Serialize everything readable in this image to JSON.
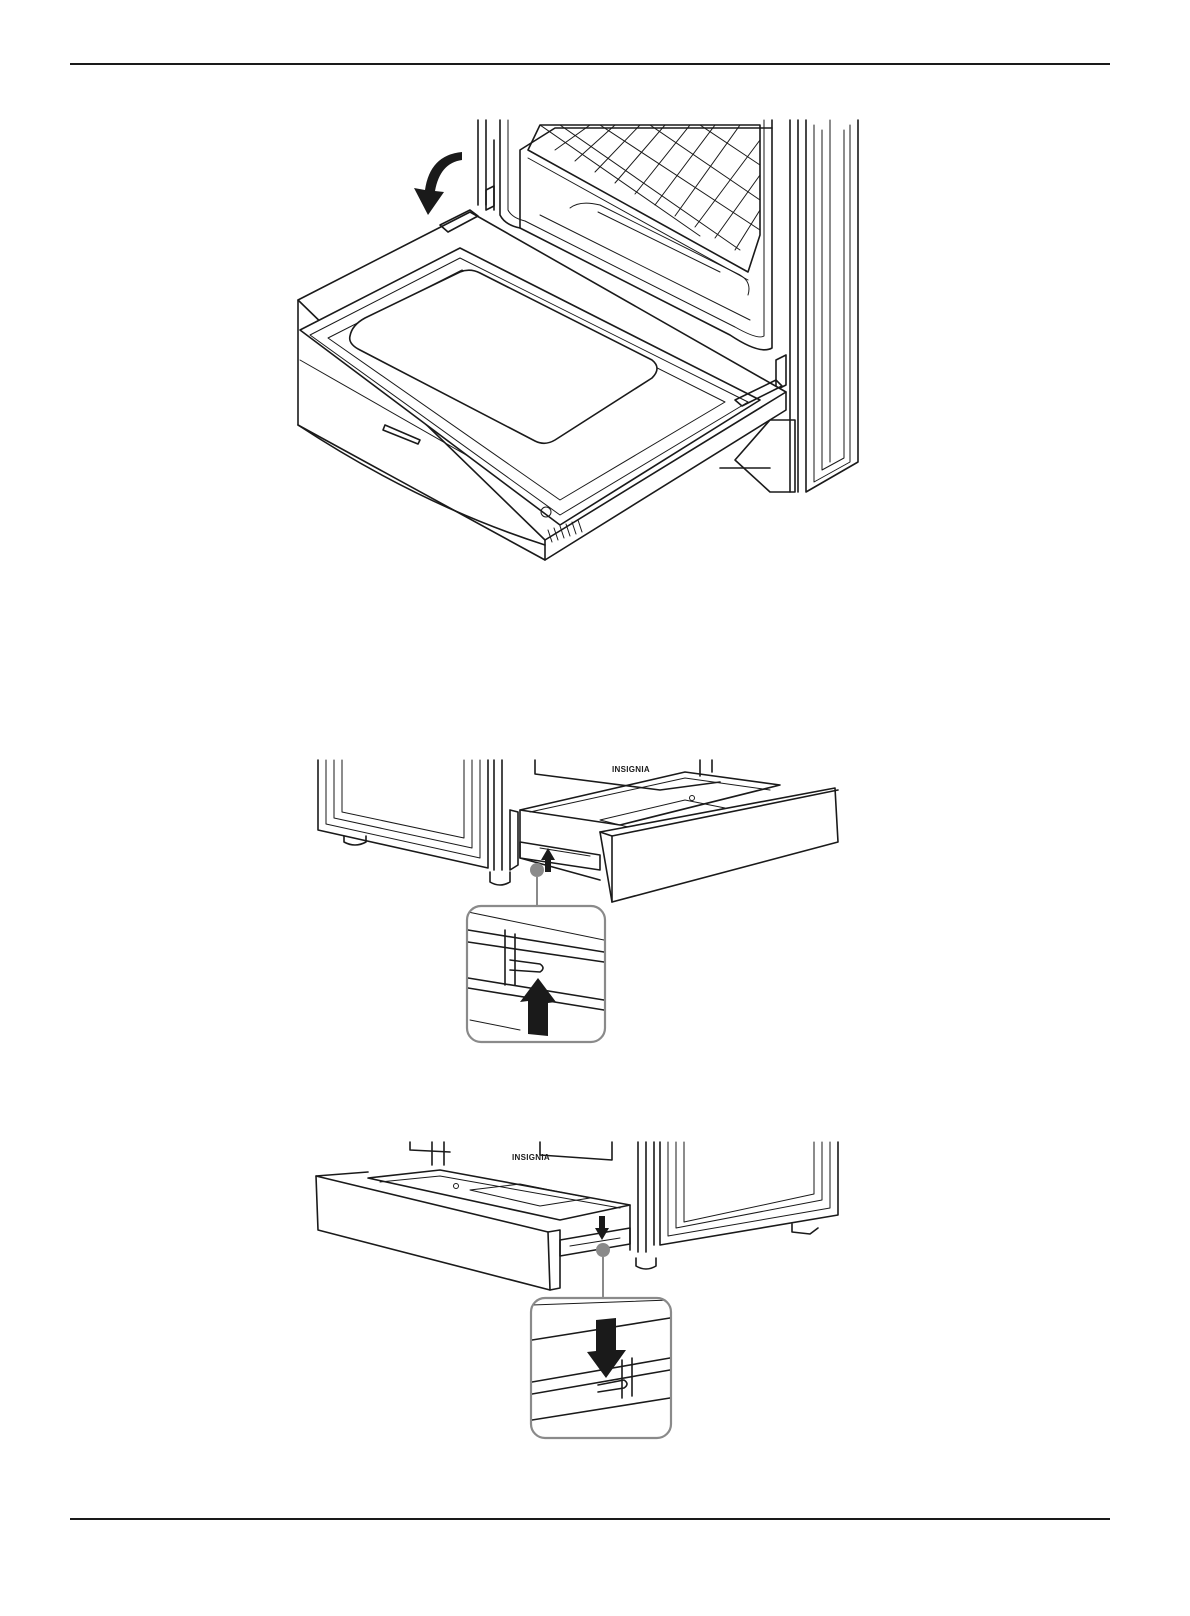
{
  "brand_label": "INSIGNIA",
  "figures": [
    {
      "id": "oven-door-open",
      "arrow_direction": "down-curved"
    },
    {
      "id": "drawer-release-lift",
      "arrow_direction": "up"
    },
    {
      "id": "drawer-release-press",
      "arrow_direction": "down"
    }
  ]
}
